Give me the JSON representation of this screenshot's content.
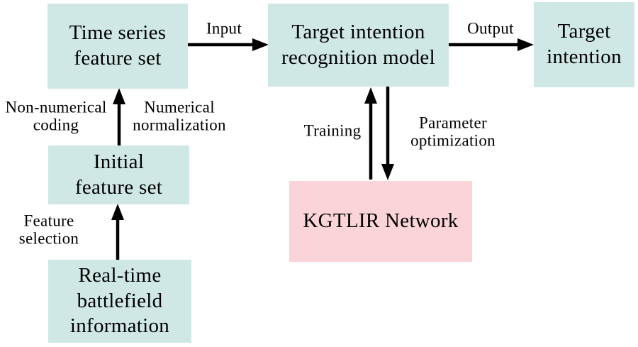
{
  "colors": {
    "background": "#ffffff",
    "node_fill_teal": "#cfe8e5",
    "node_fill_pink": "#fad4d8",
    "ink": "#000000"
  },
  "nodes": {
    "time_series_feature_set": {
      "label": "Time series\nfeature set"
    },
    "target_intention_recognition_model": {
      "label": "Target intention\nrecognition model"
    },
    "target_intention": {
      "label": "Target\nintention"
    },
    "initial_feature_set": {
      "label": "Initial\nfeature set"
    },
    "real_time_battlefield_information": {
      "label": "Real-time\nbattlefield\ninformation"
    },
    "kgtlir_network": {
      "label": "KGTLIR Network"
    }
  },
  "edges": {
    "input": {
      "label": "Input"
    },
    "output": {
      "label": "Output"
    },
    "non_numerical_coding": {
      "label": "Non-numerical\ncoding"
    },
    "numerical_normalization": {
      "label": "Numerical\nnormalization"
    },
    "feature_selection": {
      "label": "Feature\nselection"
    },
    "training": {
      "label": "Training"
    },
    "parameter_optimization": {
      "label": "Parameter\noptimization"
    }
  }
}
